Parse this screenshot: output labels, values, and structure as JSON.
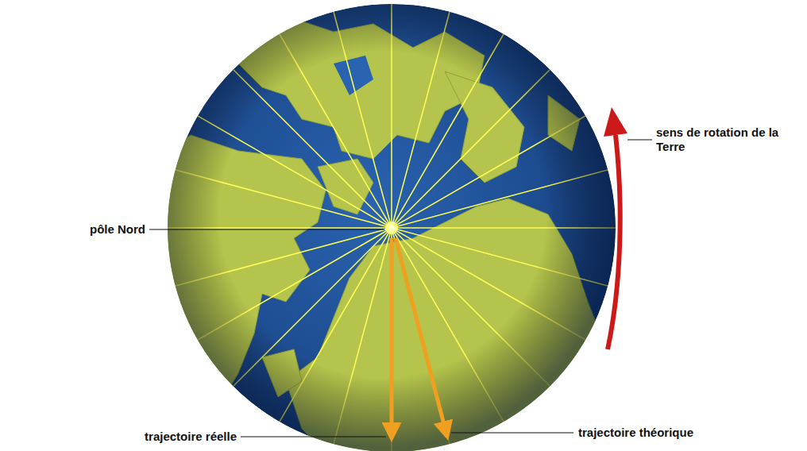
{
  "diagram": {
    "labels": [
      "pôle Nord",
      "sens de rotation de la Terre",
      "trajectoire réelle",
      "trajectoire théorique"
    ]
  }
}
